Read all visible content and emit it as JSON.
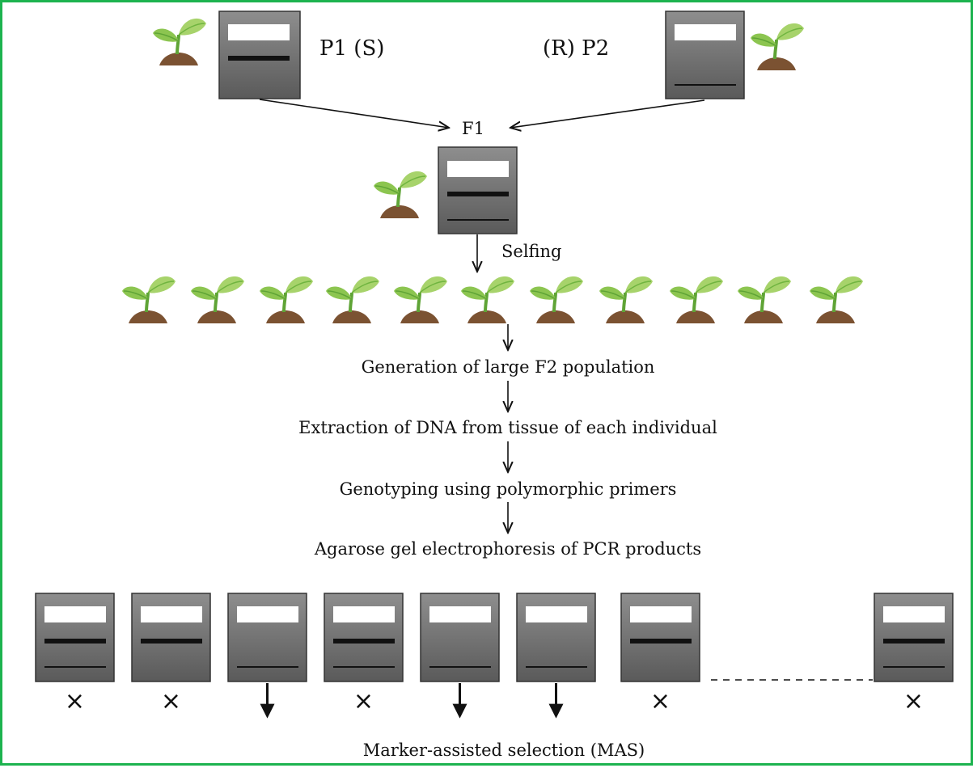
{
  "colors": {
    "border": "#1db34f",
    "gel_top": "#8e8e8e",
    "gel_bottom": "#5a5a5a",
    "leaf_light": "#a7d36b",
    "leaf_dark": "#6fb43f",
    "soil": "#7b5232"
  },
  "labels": {
    "p1": "P1 (S)",
    "p2": "(R) P2",
    "f1": "F1",
    "selfing": "Selfing"
  },
  "steps": [
    "Generation of large  F2 population",
    "Extraction of DNA from tissue of each individual",
    "Genotyping using polymorphic primers",
    "Agarose gel electrophoresis of PCR products"
  ],
  "footer": "Marker-assisted selection  (MAS)",
  "parents": [
    {
      "id": "p1",
      "bands": [
        "thick-upper"
      ]
    },
    {
      "id": "p2",
      "bands": [
        "thin-lower"
      ]
    }
  ],
  "f1_gel": {
    "bands": [
      "thick-upper",
      "thin-lower"
    ]
  },
  "f2_plant_count": 11,
  "f2_gels": [
    {
      "bands": [
        "thick-upper",
        "thin-lower"
      ],
      "outcome": "rejected",
      "symbol": "×"
    },
    {
      "bands": [
        "thick-upper"
      ],
      "outcome": "rejected",
      "symbol": "×"
    },
    {
      "bands": [
        "thin-lower"
      ],
      "outcome": "selected",
      "symbol": "↓"
    },
    {
      "bands": [
        "thick-upper",
        "thin-lower"
      ],
      "outcome": "rejected",
      "symbol": "×"
    },
    {
      "bands": [
        "thin-lower"
      ],
      "outcome": "selected",
      "symbol": "↓"
    },
    {
      "bands": [
        "thin-lower"
      ],
      "outcome": "selected",
      "symbol": "↓"
    },
    {
      "bands": [
        "thick-upper"
      ],
      "outcome": "rejected",
      "symbol": "×"
    },
    {
      "bands": [
        "thick-upper",
        "thin-lower"
      ],
      "outcome": "rejected",
      "symbol": "×"
    }
  ],
  "icons": [
    "seedling-icon",
    "gel-icon",
    "arrow-icon",
    "cross-icon"
  ]
}
